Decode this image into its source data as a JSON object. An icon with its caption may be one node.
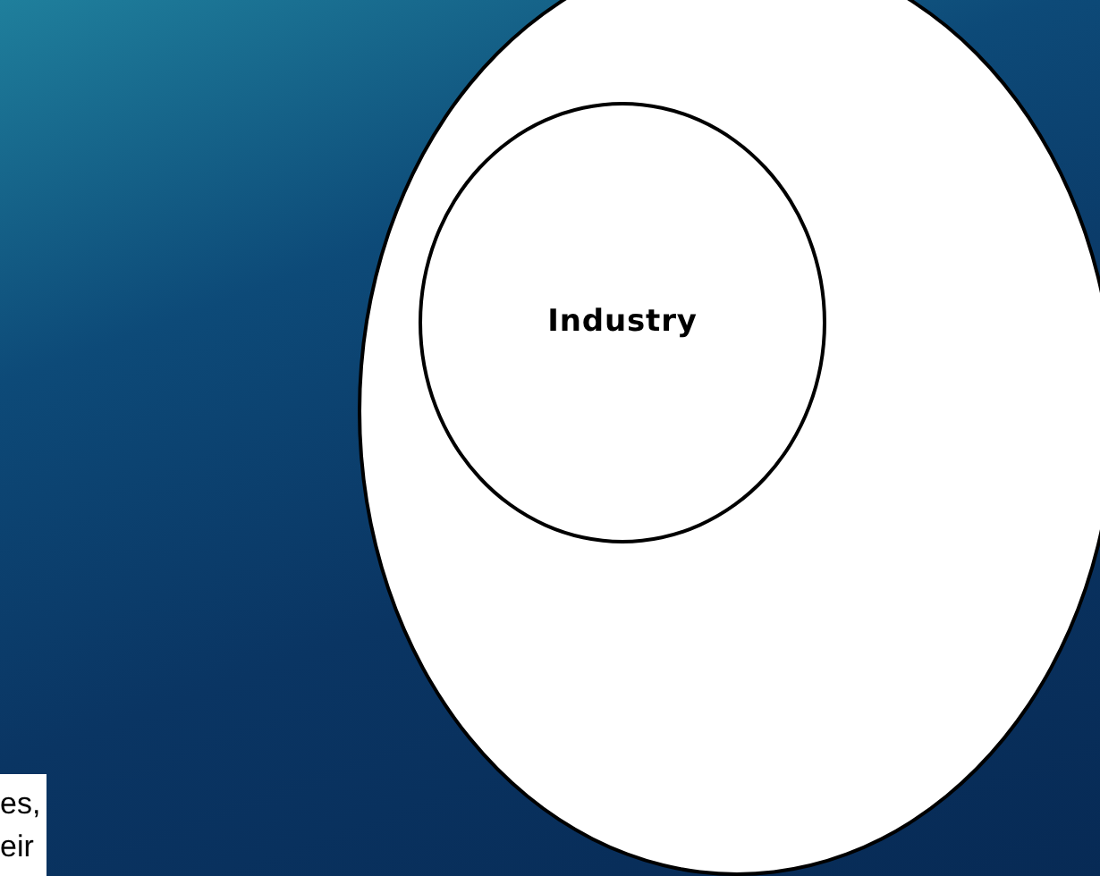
{
  "diagram": {
    "nodes": [
      {
        "text": [],
        "shape": "circle"
      },
      {
        "text": [
          "Industry"
        ],
        "in": 0
      }
    ],
    "labels": [
      "es,",
      "eir"
    ]
  }
}
